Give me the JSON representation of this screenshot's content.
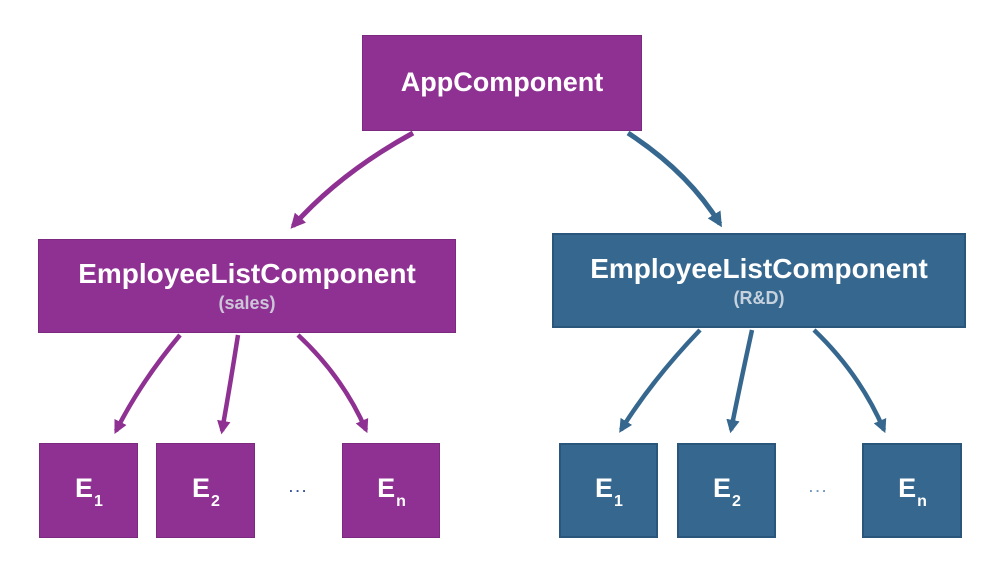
{
  "diagram": {
    "root": {
      "label": "AppComponent"
    },
    "branches": [
      {
        "label": "EmployeeListComponent",
        "sublabel": "(sales)",
        "theme": "purple",
        "accent_color": "#8e3192",
        "sublabel_color": "#cdc6d9",
        "ellipsis": "...",
        "children": [
          {
            "base": "E",
            "sub": "1"
          },
          {
            "base": "E",
            "sub": "2"
          },
          {
            "base": "E",
            "sub": "n"
          }
        ]
      },
      {
        "label": "EmployeeListComponent",
        "sublabel": "(R&D)",
        "theme": "blue",
        "accent_color": "#36678f",
        "sublabel_color": "#c6d2dd",
        "ellipsis": "...",
        "children": [
          {
            "base": "E",
            "sub": "1"
          },
          {
            "base": "E",
            "sub": "2"
          },
          {
            "base": "E",
            "sub": "n"
          }
        ]
      }
    ],
    "colors": {
      "purple_fill": "#8e3192",
      "purple_border": "#7c2a80",
      "blue_fill": "#36678f",
      "blue_border": "#2b567c",
      "text": "#ffffff",
      "background": "#ffffff"
    }
  }
}
